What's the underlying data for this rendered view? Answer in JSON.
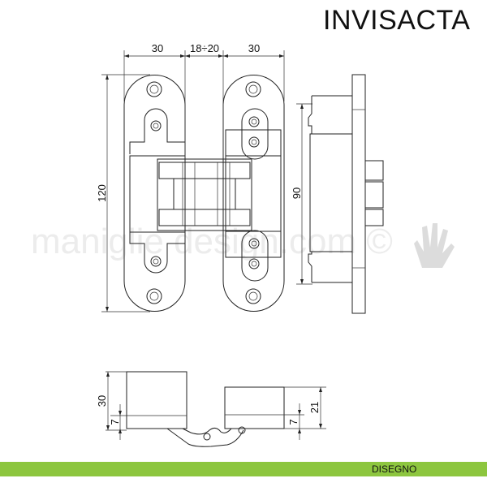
{
  "title": "INVISACTA",
  "footer": {
    "label": "DISEGNO",
    "color": "#8dc63f"
  },
  "watermark": "maniglie design.com ©",
  "dimensions": {
    "front_left_width": "30",
    "front_gap": "18÷20",
    "front_right_width": "30",
    "front_height": "120",
    "side_height": "90",
    "bottom_left_depth": "30",
    "bottom_left_offset": "7",
    "bottom_right_depth": "21",
    "bottom_right_offset": "7"
  }
}
